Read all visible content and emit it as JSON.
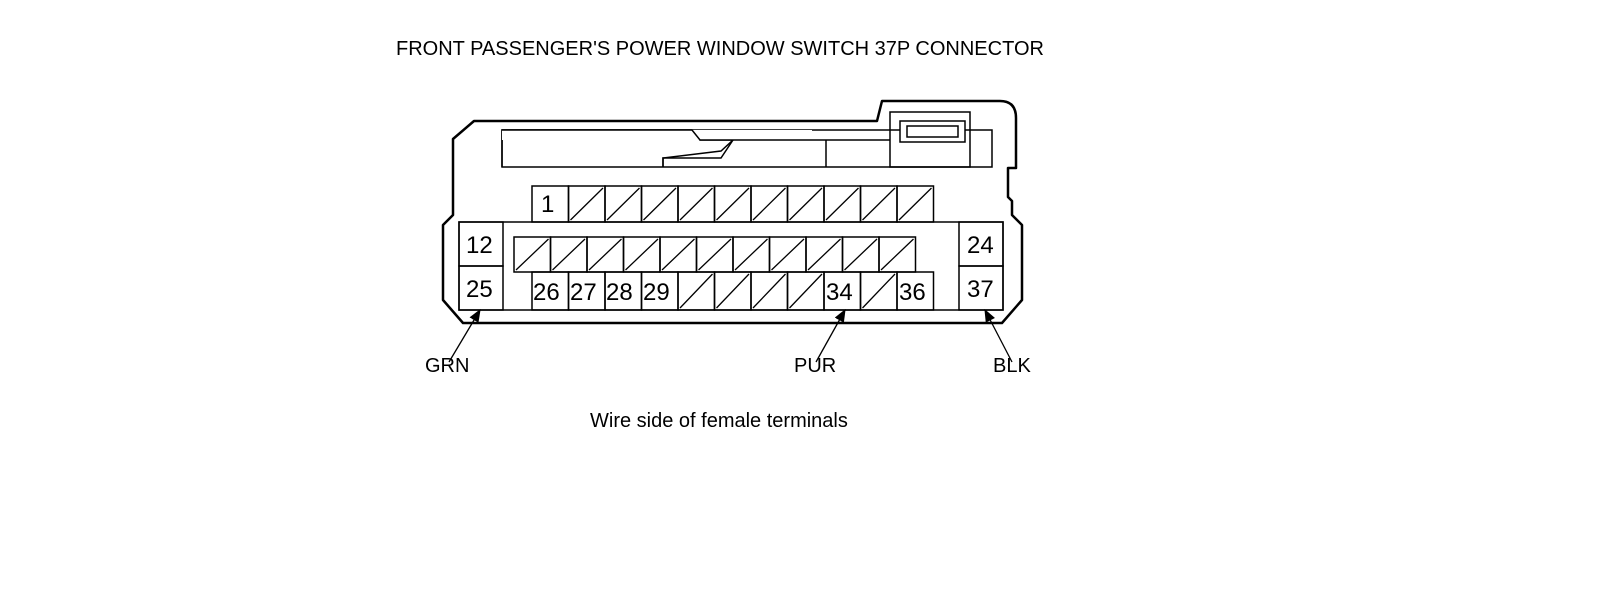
{
  "title": "FRONT PASSENGER'S POWER WINDOW SWITCH 37P CONNECTOR",
  "caption": "Wire side of female terminals",
  "terminals": {
    "t1": "1",
    "t12": "12",
    "t24": "24",
    "t25": "25",
    "t26": "26",
    "t27": "27",
    "t28": "28",
    "t29": "29",
    "t34": "34",
    "t36": "36",
    "t37": "37"
  },
  "wires": {
    "grn": "GRN",
    "pur": "PUR",
    "blk": "BLK"
  }
}
